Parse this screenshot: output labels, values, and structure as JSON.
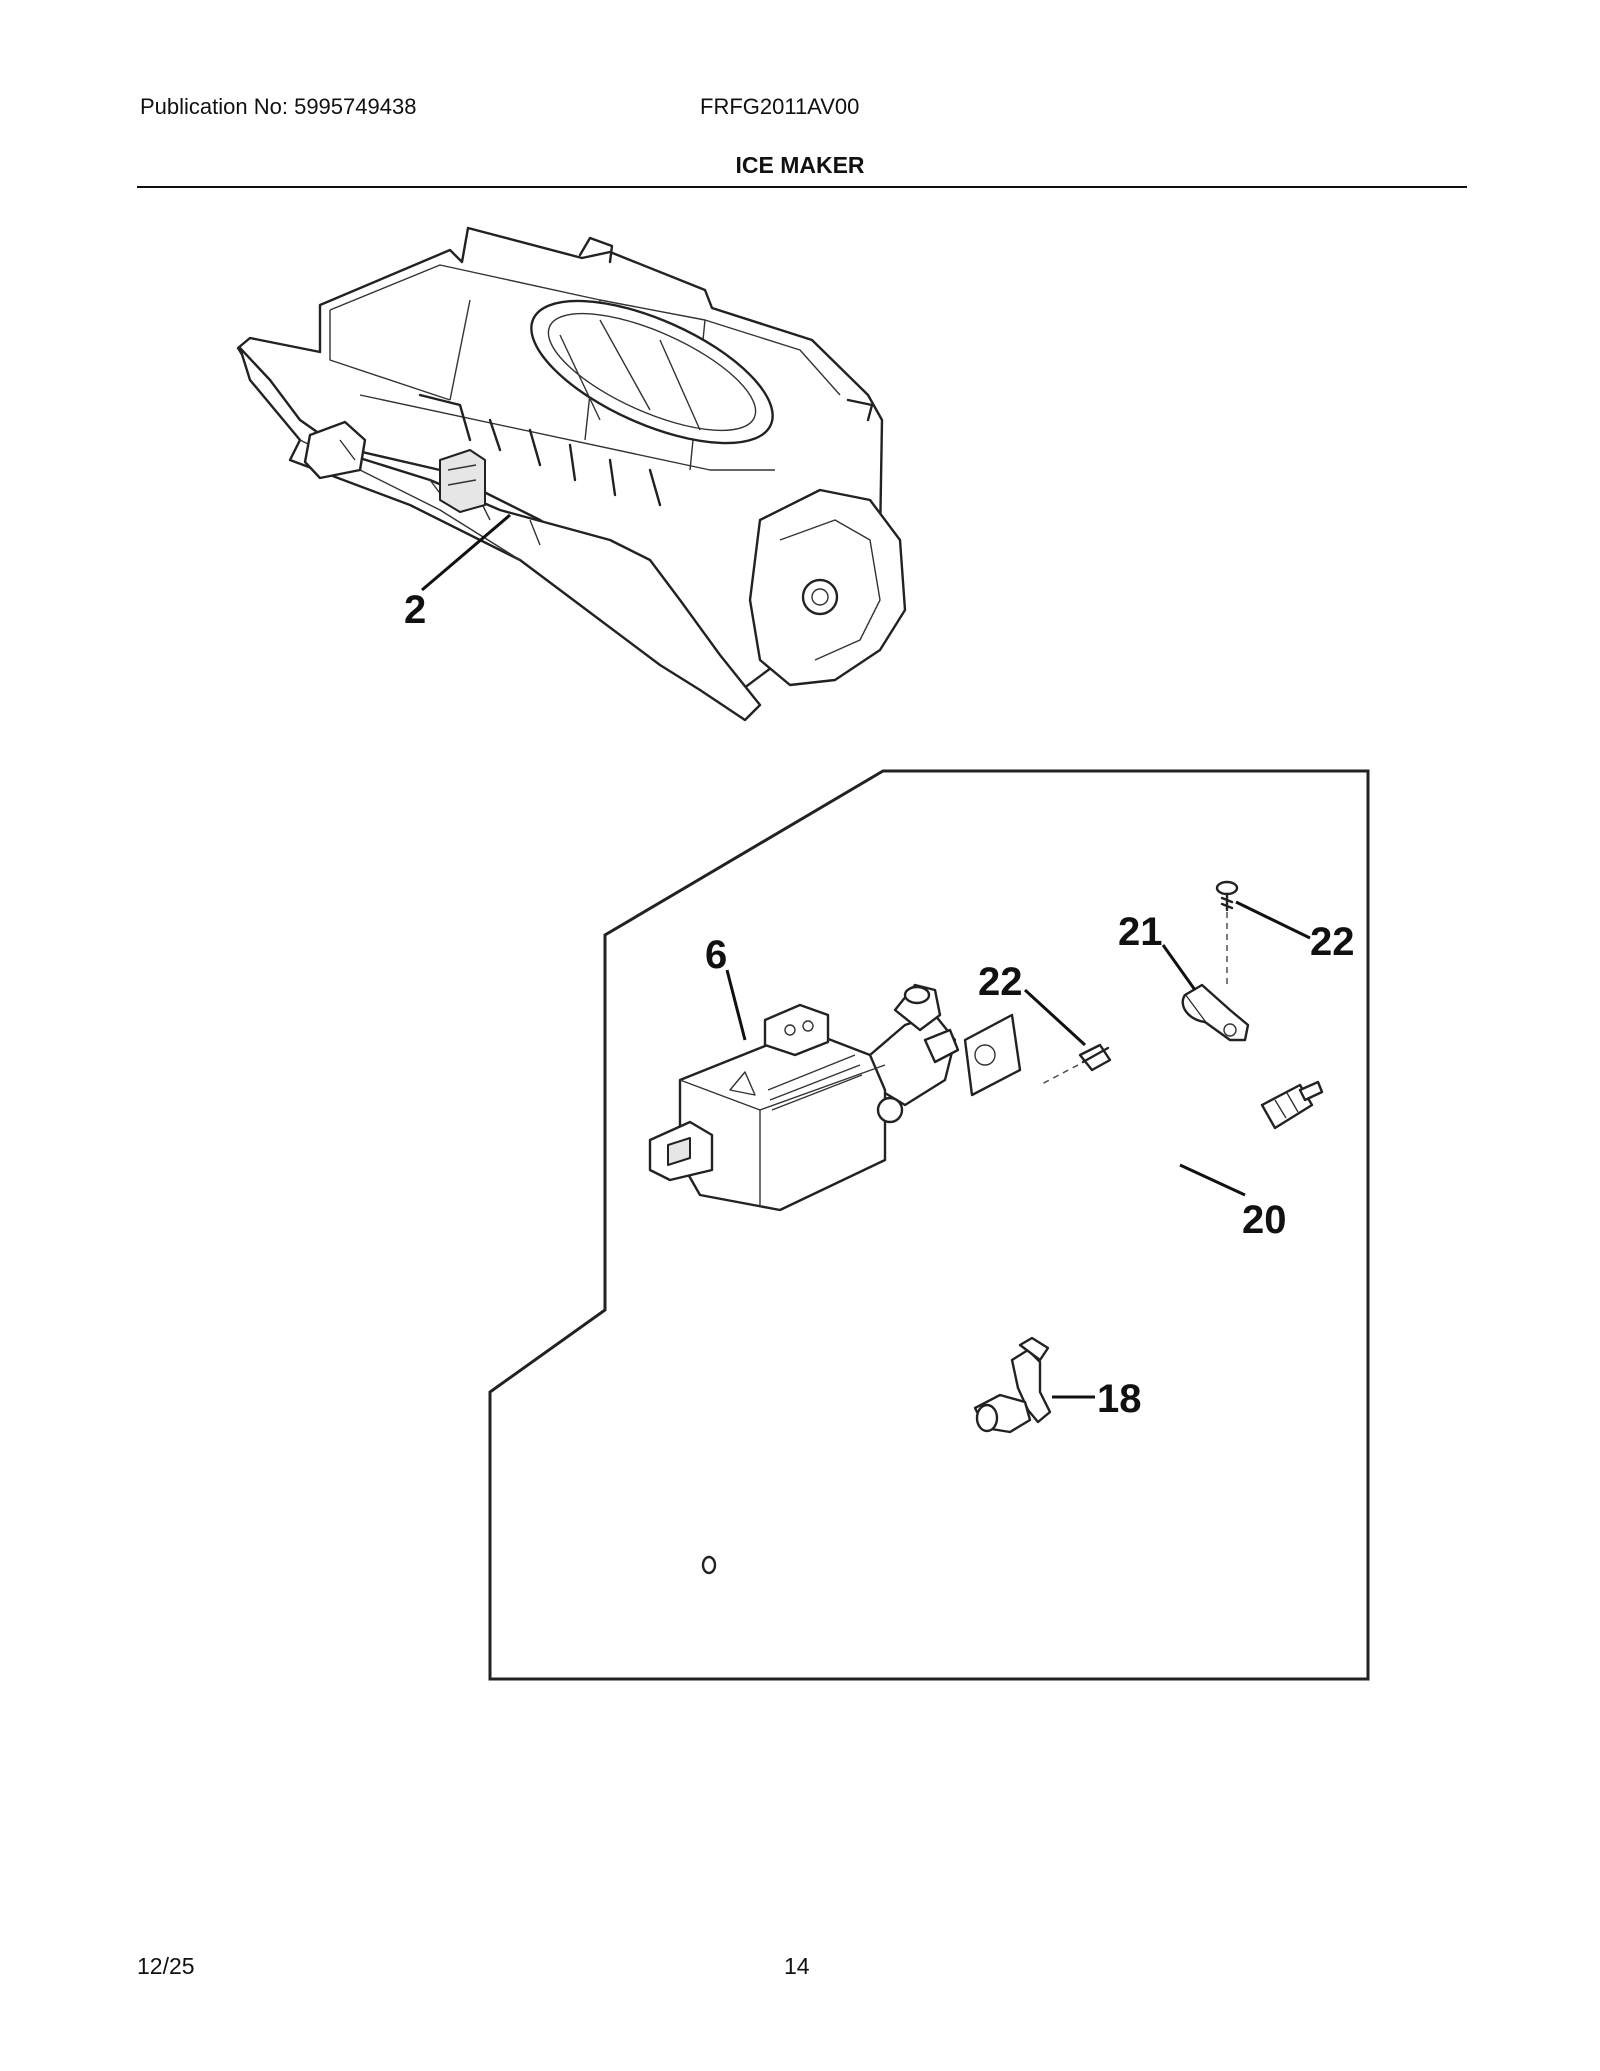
{
  "header": {
    "publication": "Publication No: 5995749438",
    "model": "FRFG2011AV00",
    "title": "ICE MAKER"
  },
  "callouts": {
    "c2": "2",
    "c6": "6",
    "c22a": "22",
    "c21": "21",
    "c22b": "22",
    "c20": "20",
    "c18": "18"
  },
  "footer": {
    "date": "12/25",
    "page": "14"
  }
}
